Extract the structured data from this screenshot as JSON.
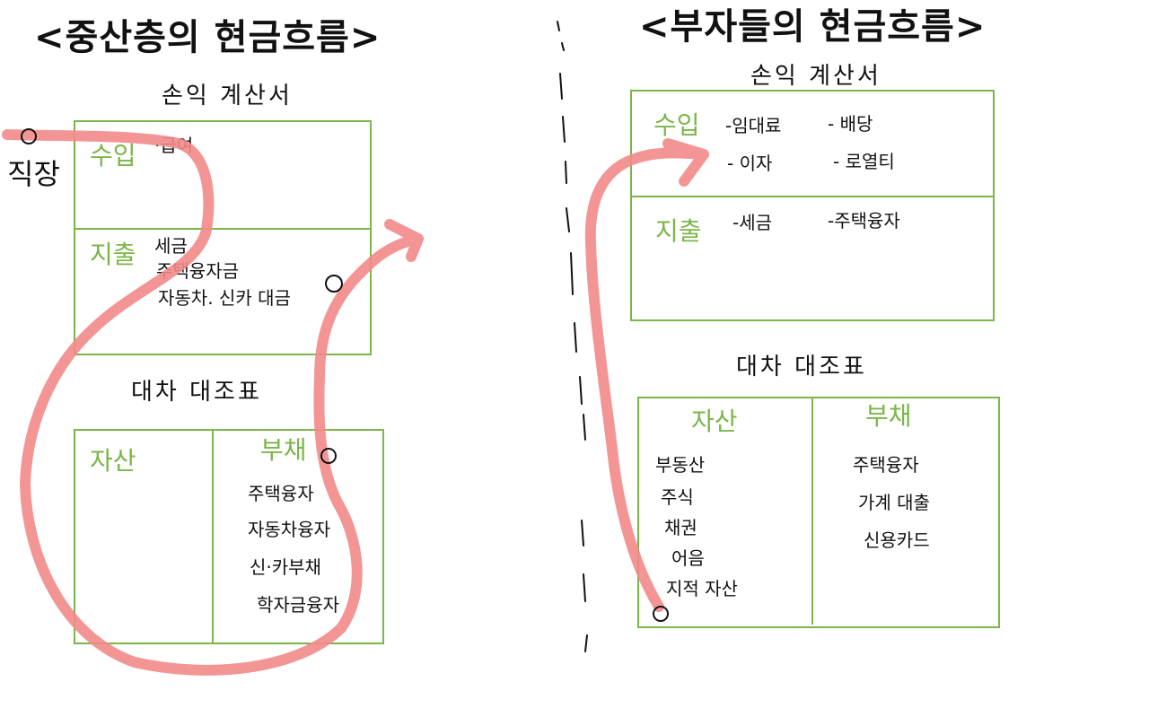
{
  "left": {
    "title": "<중산층의 현금흐름>",
    "side_label": "직장",
    "income_statement": {
      "heading": "손익 계산서",
      "income_label": "수입",
      "income_items": [
        "·급여"
      ],
      "expense_label": "지출",
      "expense_items": [
        "세금",
        "주택융자금",
        "자동차. 신카 대금"
      ]
    },
    "balance_sheet": {
      "heading": "대차 대조표",
      "asset_label": "자산",
      "liability_label": "부채",
      "liability_items": [
        "주택융자",
        "자동차융자",
        "신·카부채",
        "학자금융자"
      ]
    }
  },
  "right": {
    "title": "<부자들의 현금흐름>",
    "income_statement": {
      "heading": "손익 계산서",
      "income_label": "수입",
      "income_items": [
        "-임대료",
        "- 배당",
        "- 이자",
        "- 로열티"
      ],
      "expense_label": "지출",
      "expense_items": [
        "-세금",
        "-주택융자"
      ]
    },
    "balance_sheet": {
      "heading": "대차 대조표",
      "asset_label": "자산",
      "asset_items": [
        "부동산",
        "주식",
        "채권",
        "어음",
        "지적 자산"
      ],
      "liability_label": "부채",
      "liability_items": [
        "주택융자",
        "가계 대출",
        "신용카드"
      ]
    }
  },
  "colors": {
    "box_green": "#7ab648",
    "flow_red": "#f28a8a",
    "ink": "#111111"
  }
}
